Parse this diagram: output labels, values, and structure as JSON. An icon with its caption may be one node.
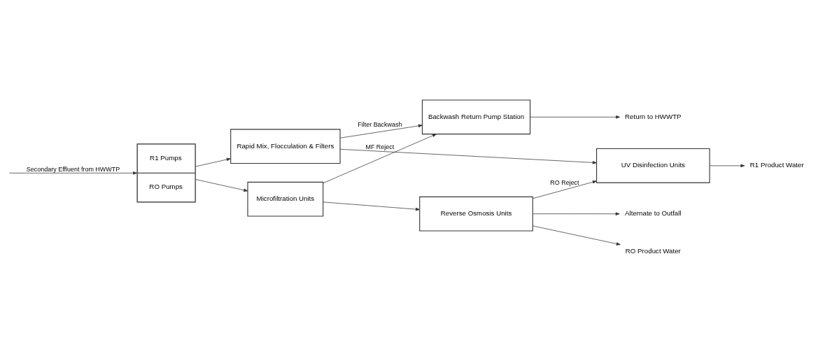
{
  "diagram": {
    "nodes": [
      {
        "text": [
          "R1 Pumps",
          "RO Pumps"
        ]
      },
      {
        "text": [
          "Rapid Mix, Flocculation & Filters"
        ]
      },
      {
        "text": [
          "UV Disinfection Units"
        ]
      },
      {
        "text": [
          "R1 Product Water"
        ]
      },
      {
        "text": [
          "Backwash Return Pump Station"
        ]
      },
      {
        "text": [
          "Return to HWWTP"
        ]
      },
      {
        "text": [
          "Microfiltration Units"
        ]
      },
      {
        "text": [
          "Reverse Osmosis Units"
        ]
      },
      {
        "text": [
          "RO Product Water"
        ]
      },
      {
        "text": [
          "Alternate to Outfall"
        ]
      }
    ],
    "edges": [
      {
        "from": null,
        "to": 0,
        "arrow": "to",
        "label": "Secondary Effluent from HWWTP"
      },
      {
        "from": 0,
        "to": 1,
        "arrow": "to"
      },
      {
        "from": 0,
        "to": 6,
        "arrow": "to"
      },
      {
        "from": 1,
        "to": 2,
        "arrow": "to"
      },
      {
        "from": 2,
        "to": 3,
        "arrow": "to"
      },
      {
        "from": 1,
        "to": 4,
        "arrow": "to",
        "label": "Filter Backwash"
      },
      {
        "from": 4,
        "to": 5,
        "arrow": "to"
      },
      {
        "from": 6,
        "to": 4,
        "arrow": "to",
        "label": "MF Reject"
      },
      {
        "from": 6,
        "to": 7,
        "arrow": "to"
      },
      {
        "from": 7,
        "to": 8,
        "arrow": "to"
      },
      {
        "from": 7,
        "to": 2,
        "arrow": "to",
        "label": "RO Reject"
      },
      {
        "from": 7,
        "to": 9,
        "arrow": "to"
      }
    ]
  }
}
